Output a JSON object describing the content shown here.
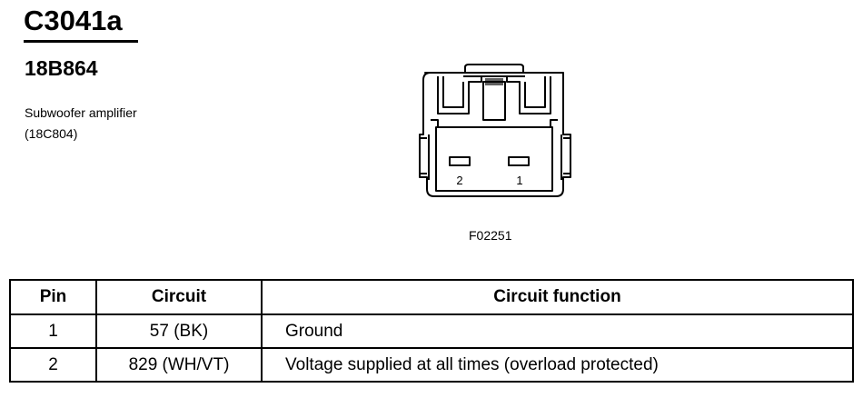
{
  "header": {
    "connector_id": "C3041a",
    "part_number": "18B864",
    "description_line1": "Subwoofer amplifier",
    "description_line2": "(18C804)"
  },
  "diagram": {
    "pin_labels": [
      "2",
      "1"
    ],
    "figure_id": "F02251"
  },
  "table": {
    "headers": [
      "Pin",
      "Circuit",
      "Circuit function"
    ],
    "rows": [
      {
        "pin": "1",
        "circuit": "57 (BK)",
        "function": "Ground"
      },
      {
        "pin": "2",
        "circuit": "829 (WH/VT)",
        "function": "Voltage supplied at all times (overload protected)"
      }
    ]
  }
}
